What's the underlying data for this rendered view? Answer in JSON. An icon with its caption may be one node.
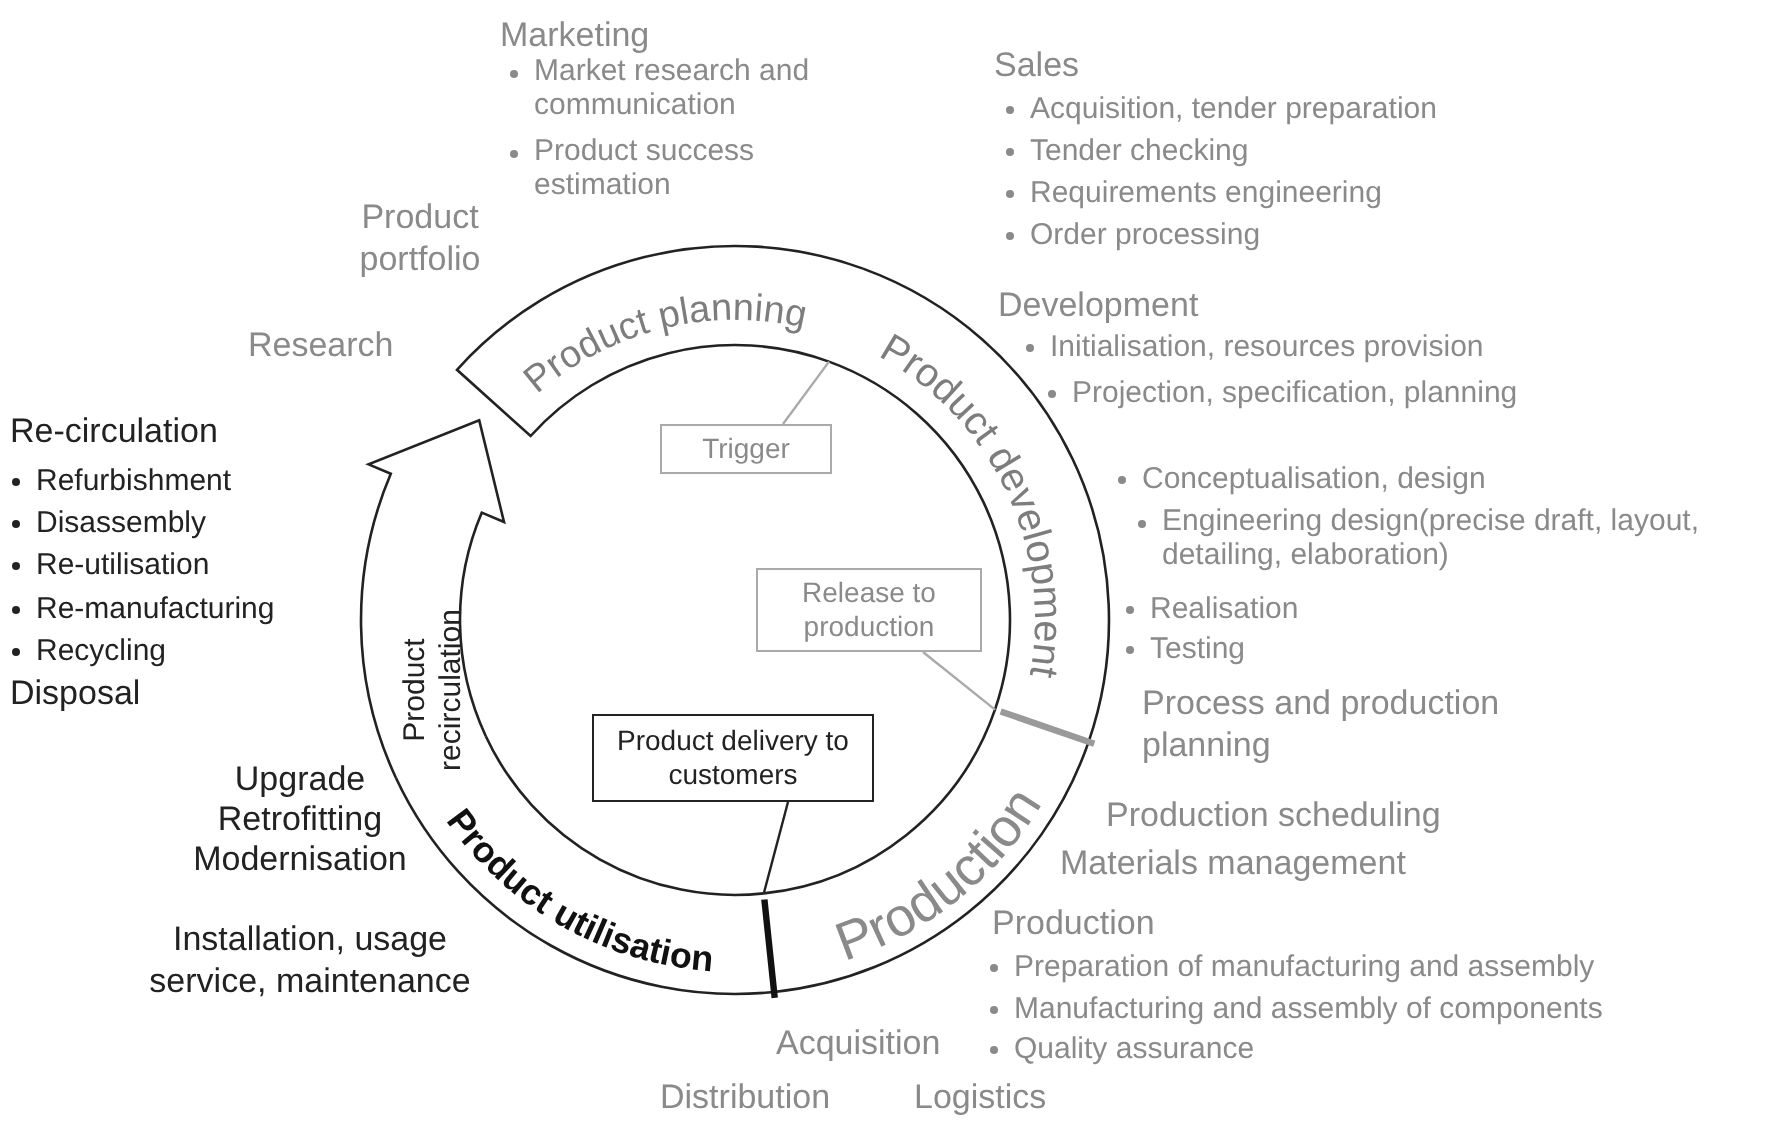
{
  "diagram": {
    "nodes": [
      {
        "text": [
          "Product planning"
        ]
      },
      {
        "text": [
          "Product development"
        ]
      },
      {
        "text": [
          "Production"
        ]
      },
      {
        "text": [
          "Product utilisation"
        ]
      },
      {
        "text": [
          "Product recirculation"
        ]
      },
      {
        "text": [
          "Trigger"
        ]
      },
      {
        "text": [
          "Release to production"
        ]
      },
      {
        "text": [
          "Product delivery to customers"
        ]
      }
    ],
    "edges": [
      {
        "from": 5,
        "to": 0,
        "arrow": "none"
      },
      {
        "from": 6,
        "to": 2,
        "arrow": "none"
      },
      {
        "from": 7,
        "to": 2,
        "arrow": "none",
        "color": "#222222"
      }
    ],
    "labels": [
      "Marketing",
      "Market research and communication",
      "Product success estimation",
      "Sales",
      "Acquisition, tender preparation",
      "Tender checking",
      "Requirements engineering",
      "Order processing",
      "Product portfolio",
      "Research",
      "Development",
      "Initialisation, resources provision",
      "Projection, specification, planning",
      "Conceptualisation, design",
      "Engineering design(precise draft, layout, detailing, elaboration)",
      "Realisation",
      "Testing",
      "Process and production planning",
      "Production scheduling",
      "Materials management",
      "Production",
      "Preparation of manufacturing and assembly",
      "Manufacturing and assembly of components",
      "Quality assurance",
      "Acquisition",
      "Distribution",
      "Logistics",
      "Re-circulation",
      "Refurbishment",
      "Disassembly",
      "Re-utilisation",
      "Re-manufacturing",
      "Recycling",
      "Disposal",
      "Upgrade",
      "Retrofitting",
      "Modernisation",
      "Installation, usage service, maintenance"
    ]
  }
}
